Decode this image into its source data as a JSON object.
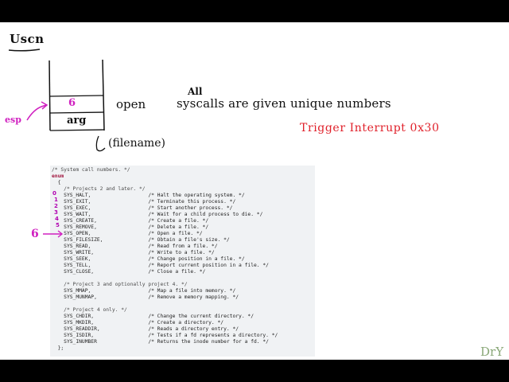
{
  "notes": {
    "title": "Uscn",
    "slot_value": "6",
    "slot_label": "open",
    "arg_label": "arg",
    "esp_label": "esp",
    "filename_label": "(filename)",
    "all_label": "All",
    "syscalls_text": "syscalls are given unique numbers",
    "trigger_text": "Trigger Interrupt 0x30",
    "arrow_six": "6"
  },
  "code": {
    "lines": [
      {
        "text": "/* System call numbers. */",
        "cls": "c-comment"
      },
      {
        "text": "enum",
        "cls": "c-kw"
      },
      {
        "text": "  {",
        "cls": "c-plain"
      },
      {
        "text": "    /* Projects 2 and later. */",
        "cls": "c-comment"
      },
      {
        "text": "    SYS_HALT,                   /* Halt the operating system. */",
        "cls": "c-name"
      },
      {
        "text": "    SYS_EXIT,                   /* Terminate this process. */",
        "cls": "c-name"
      },
      {
        "text": "    SYS_EXEC,                   /* Start another process. */",
        "cls": "c-name"
      },
      {
        "text": "    SYS_WAIT,                   /* Wait for a child process to die. */",
        "cls": "c-name"
      },
      {
        "text": "    SYS_CREATE,                 /* Create a file. */",
        "cls": "c-name"
      },
      {
        "text": "    SYS_REMOVE,                 /* Delete a file. */",
        "cls": "c-name"
      },
      {
        "text": "    SYS_OPEN,                   /* Open a file. */",
        "cls": "c-name"
      },
      {
        "text": "    SYS_FILESIZE,               /* Obtain a file's size. */",
        "cls": "c-name"
      },
      {
        "text": "    SYS_READ,                   /* Read from a file. */",
        "cls": "c-name"
      },
      {
        "text": "    SYS_WRITE,                  /* Write to a file. */",
        "cls": "c-name"
      },
      {
        "text": "    SYS_SEEK,                   /* Change position in a file. */",
        "cls": "c-name"
      },
      {
        "text": "    SYS_TELL,                   /* Report current position in a file. */",
        "cls": "c-name"
      },
      {
        "text": "    SYS_CLOSE,                  /* Close a file. */",
        "cls": "c-name"
      },
      {
        "text": "",
        "cls": "c-plain"
      },
      {
        "text": "    /* Project 3 and optionally project 4. */",
        "cls": "c-comment"
      },
      {
        "text": "    SYS_MMAP,                   /* Map a file into memory. */",
        "cls": "c-name"
      },
      {
        "text": "    SYS_MUNMAP,                 /* Remove a memory mapping. */",
        "cls": "c-name"
      },
      {
        "text": "",
        "cls": "c-plain"
      },
      {
        "text": "    /* Project 4 only. */",
        "cls": "c-comment"
      },
      {
        "text": "    SYS_CHDIR,                  /* Change the current directory. */",
        "cls": "c-name"
      },
      {
        "text": "    SYS_MKDIR,                  /* Create a directory. */",
        "cls": "c-name"
      },
      {
        "text": "    SYS_READDIR,                /* Reads a directory entry. */",
        "cls": "c-name"
      },
      {
        "text": "    SYS_ISDIR,                  /* Tests if a fd represents a directory. */",
        "cls": "c-name"
      },
      {
        "text": "    SYS_INUMBER                 /* Returns the inode number for a fd. */",
        "cls": "c-name"
      },
      {
        "text": "  };",
        "cls": "c-plain"
      }
    ]
  },
  "margin_marks": [
    "0",
    "1",
    "2",
    "3",
    "4",
    "5"
  ],
  "logo": "DrY",
  "colors": {
    "ink": "#111111",
    "magenta": "#d020c0",
    "red": "#e0202a",
    "code_bg": "#f0f2f4",
    "keyword": "#a0153e",
    "logo": "#8aa878"
  }
}
